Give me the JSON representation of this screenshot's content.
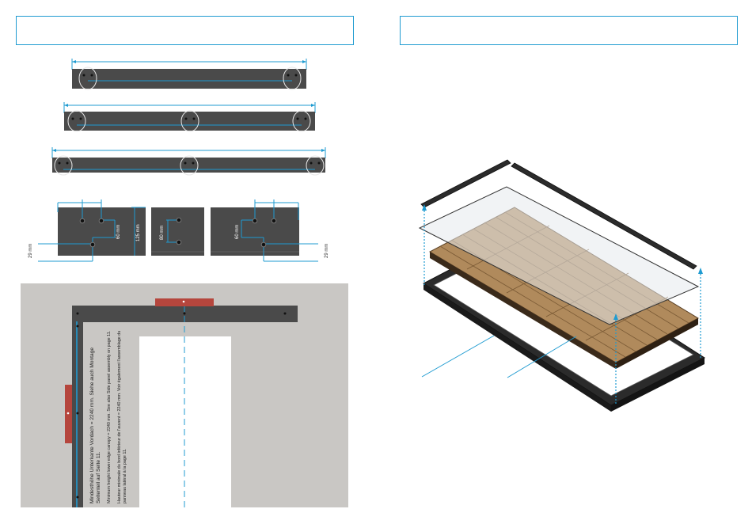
{
  "left_page": {
    "header_box_text": "",
    "dimensions": {
      "dim_60_left": "60 mm",
      "dim_125": "125 mm",
      "dim_80": "80 mm",
      "dim_60_right": "60 mm",
      "dim_29_left": "29 mm",
      "dim_29_right": "29 mm"
    },
    "install_note": {
      "de": "Mindesthöhe Unterkante Vordach = 2240 mm. Siehe auch Montage Seitenteil auf Seite 11.",
      "en": "Minimum height lower edge canopy = 2240 mm. See also Side panel assembly on page 11.",
      "fr": "Hauteur minimale du bord inférieur de l'auvent = 2240 mm. Voir également l'assemblage du panneau latéral à la page 11."
    }
  },
  "right_page": {
    "header_box_text": ""
  },
  "colors": {
    "accent_blue": "#1f9bd1",
    "profile_dark": "#4a4a4a",
    "wall_grey": "#c9c7c4",
    "bracket_red": "#b5463d",
    "wood": "#b08a5c"
  }
}
